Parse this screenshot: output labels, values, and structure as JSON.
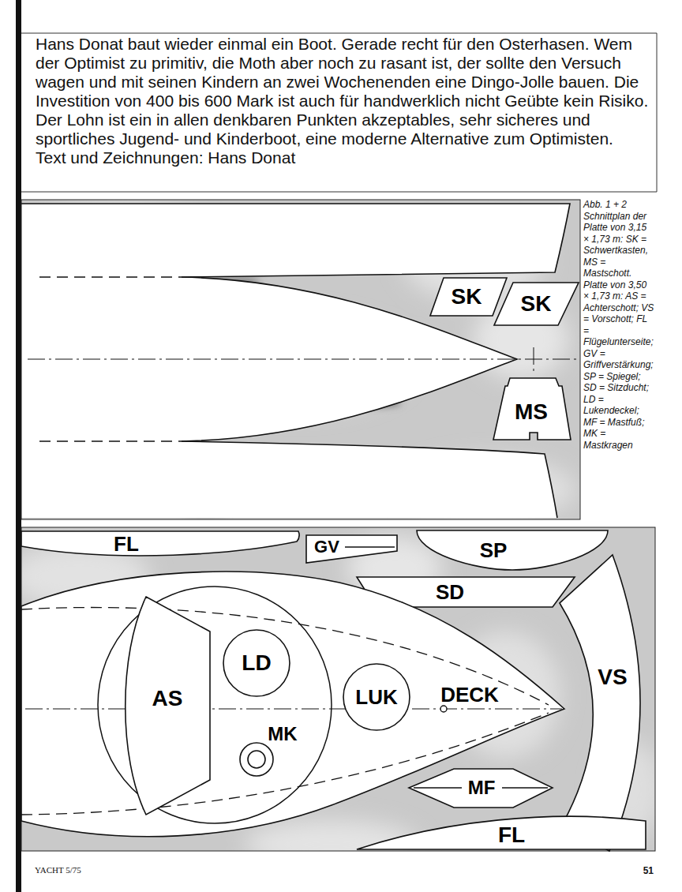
{
  "diagram": {
    "caption": "Abb. 1 + 2 Schnittplan der Platte von 3,15 × 1,73 m: SK = Schwertkasten, MS = Mastschott. Platte von 3,50 × 1,73 m: AS = Achterschott; VS = Vorschott; FL = Flügelunterseite; GV = Griffverstärkung; SP = Spiegel; SD = Sitzducht; LD = Lukendeckel; MF = Mastfuß; MK = Mastkragen",
    "nodes": [
      {
        "text": [
          "SK"
        ]
      },
      {
        "text": [
          "SK"
        ]
      },
      {
        "text": [
          "MS"
        ]
      },
      {
        "text": [
          "FL"
        ]
      },
      {
        "text": [
          "GV"
        ]
      },
      {
        "text": [
          "SP"
        ]
      },
      {
        "text": [
          "SD"
        ]
      },
      {
        "text": [
          "DECK"
        ]
      },
      {
        "text": [
          "AS"
        ],
        "in": 7
      },
      {
        "text": [
          "LD"
        ],
        "in": 7
      },
      {
        "text": [
          "LUK"
        ],
        "in": 7
      },
      {
        "text": [
          "MK"
        ],
        "in": 7
      },
      {
        "text": [
          "VS"
        ]
      },
      {
        "text": [
          "MF"
        ]
      },
      {
        "text": [
          "FL"
        ]
      }
    ],
    "labels": [
      "Hans Donat baut wieder einmal ein Boot. Gerade recht für den Osterhasen. Wem der Optimist zu primitiv, die Moth aber noch zu rasant ist, der sollte den Versuch wagen und mit seinen Kindern an zwei Wochenenden eine Dingo-Jolle bauen. Die Investition von 400 bis 600 Mark ist auch für handwerklich nicht Geübte kein Risiko. Der Lohn ist ein in allen denkbaren Punkten akzeptables, sehr sicheres und sportliches Jugend- und Kinderboot, eine moderne Alternative zum Optimisten.",
      "Text und Zeichnungen: Hans Donat",
      "YACHT 5/75",
      "51"
    ]
  }
}
